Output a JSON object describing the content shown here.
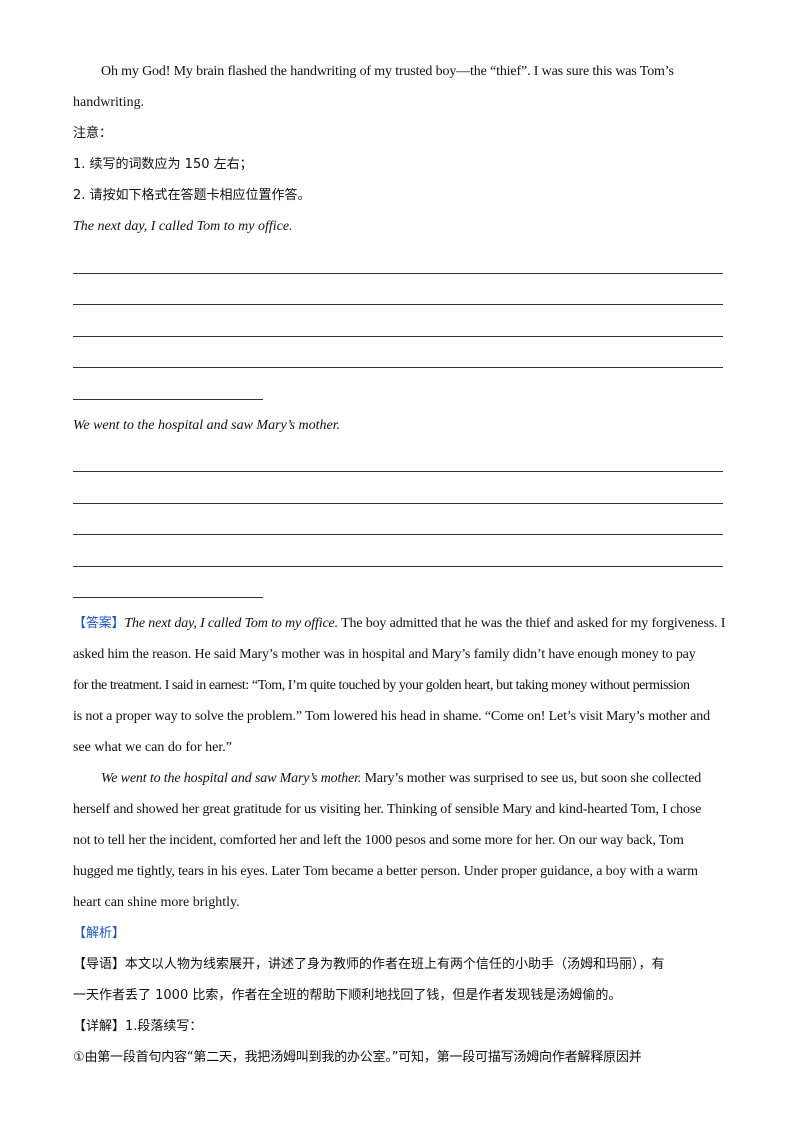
{
  "prompt": {
    "paragraph_line1": "Oh my God! My brain flashed the handwriting of my trusted boy—the “thief”. I was sure this was Tom’s",
    "paragraph_line2": "handwriting.",
    "note_label": "注意：",
    "note_1": "1.  续写的词数应为 150 左右；",
    "note_2": "2.  请按如下格式在答题卡相应位置作答。",
    "starter_1": "The next day, I called Tom to my office.",
    "starter_2": "We went to the hospital and saw Mary’s mother."
  },
  "answer": {
    "label": "【答案】",
    "p1_starter": "The next day, I called Tom to my office.",
    "p1_lines": [
      " The boy admitted that he was the thief and asked for my forgiveness. I",
      "asked him the reason. He said Mary’s mother was in hospital and Mary’s family didn’t have enough money to pay",
      "for the treatment. I said in earnest: “Tom, I’m quite touched by your golden heart, but taking money without permission",
      "is not a proper way to solve the problem.” Tom lowered his head in shame. “Come on! Let’s visit Mary’s mother and",
      "see what we can do for her.”"
    ],
    "p2_starter": "We went to the hospital and saw Mary’s mother.",
    "p2_lines": [
      " Mary’s mother was surprised to see us, but soon she collected",
      "herself and showed her great gratitude for us visiting her. Thinking of sensible Mary and kind-hearted Tom, I chose",
      "not to tell her the incident, comforted her and left the 1000 pesos and some more for her. On our way back, Tom",
      "hugged me tightly, tears in his eyes. Later Tom became a better person. Under proper guidance, a boy with a warm",
      "heart can shine more brightly."
    ]
  },
  "analysis": {
    "label": "【解析】",
    "guide_label": "【导语】",
    "guide_line1": "本文以人物为线索展开，讲述了身为教师的作者在班上有两个信任的小助手（汤姆和玛丽），有",
    "guide_line2": "一天作者丢了 1000 比索，作者在全班的帮助下顺利地找回了钱，但是作者发现钱是汤姆偷的。",
    "detail_label": "【详解】",
    "detail_heading": "1.段落续写：",
    "detail_line1": "①由第一段首句内容“第二天，我把汤姆叫到我的办公室。”可知，第一段可描写汤姆向作者解释原因并"
  },
  "colors": {
    "tag": "#1a56c2",
    "text": "#111111",
    "rule": "#333333"
  }
}
